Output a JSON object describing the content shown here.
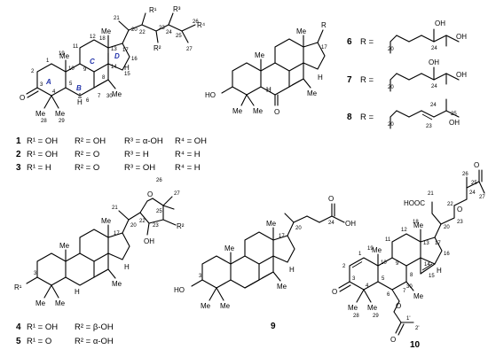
{
  "compounds": {
    "c1": {
      "id": "1",
      "r1": "R¹ = OH",
      "r2": "R² = OH",
      "r3": "R³ = α-OH",
      "r4": "R⁴ = OH"
    },
    "c2": {
      "id": "2",
      "r1": "R¹ = OH",
      "r2": "R² = O",
      "r3": "R³ = H",
      "r4": "R⁴ = H"
    },
    "c3": {
      "id": "3",
      "r1": "R¹ = H",
      "r2": "R² = O",
      "r3": "R³ = OH",
      "r4": "R⁴ = H"
    },
    "c4": {
      "id": "4",
      "r1": "R¹ = OH",
      "r2": "R² = β-OH"
    },
    "c5": {
      "id": "5",
      "r1": "R¹ = O",
      "r2": "R² = α-OH"
    },
    "c6": {
      "id": "6",
      "r": "R ="
    },
    "c7": {
      "id": "7",
      "r": "R ="
    },
    "c8": {
      "id": "8",
      "r": "R ="
    },
    "c9": {
      "id": "9"
    },
    "c10": {
      "id": "10"
    }
  },
  "rings": {
    "a": "A",
    "b": "B",
    "c": "C",
    "d": "D"
  },
  "atoms": {
    "o": "O",
    "oh": "OH",
    "ho": "HO",
    "h": "H",
    "me": "Me",
    "r": "R",
    "r1": "R¹",
    "r2": "R²",
    "r3": "R³",
    "r4": "R⁴",
    "hooc": "HOOC",
    "ac_o": "O"
  },
  "numbers": {
    "n1": "1",
    "n2": "2",
    "n3": "3",
    "n4": "4",
    "n5": "5",
    "n6": "6",
    "n7": "7",
    "n8": "8",
    "n9": "9",
    "n10": "10",
    "n11": "11",
    "n12": "12",
    "n13": "13",
    "n14": "14",
    "n15": "15",
    "n16": "16",
    "n17": "17",
    "n18": "18",
    "n19": "19",
    "n20": "20",
    "n21": "21",
    "n22": "22",
    "n23": "23",
    "n24": "24",
    "n25": "25",
    "n26": "26",
    "n27": "27",
    "n28": "28",
    "n29": "29",
    "n30": "30",
    "n1p": "1'",
    "n2p": "2'"
  }
}
